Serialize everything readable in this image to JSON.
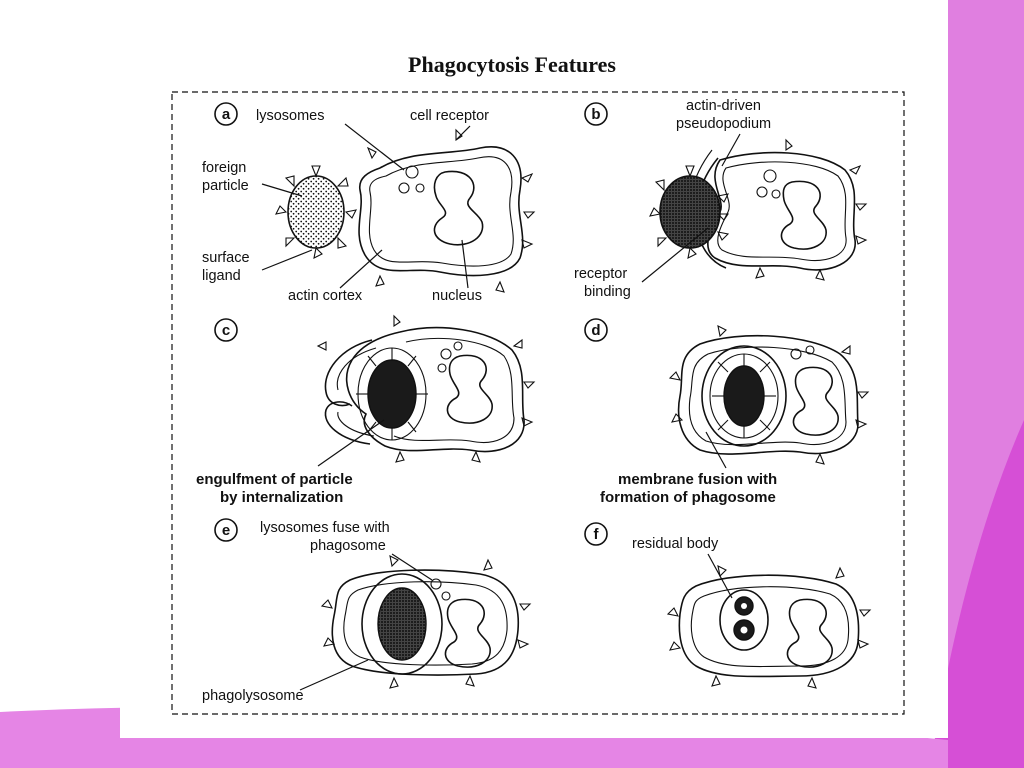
{
  "title": "Phagocytosis Features",
  "colors": {
    "accent_pink": "#e07fe0",
    "accent_magenta": "#d64fd6",
    "ink": "#111111"
  },
  "panels": {
    "a": {
      "letter": "a",
      "labels": {
        "lysosomes": "lysosomes",
        "cell_receptor": "cell receptor",
        "foreign_1": "foreign",
        "foreign_2": "particle",
        "surface_1": "surface",
        "surface_2": "ligand",
        "actin_cortex": "actin cortex",
        "nucleus": "nucleus"
      }
    },
    "b": {
      "letter": "b",
      "labels": {
        "actin_1": "actin-driven",
        "actin_2": "pseudopodium",
        "receptor_1": "receptor",
        "receptor_2": "binding"
      }
    },
    "c": {
      "letter": "c",
      "labels": {
        "line1": "engulfment of particle",
        "line2": "by internalization"
      }
    },
    "d": {
      "letter": "d",
      "labels": {
        "line1": "membrane fusion with",
        "line2": "formation of phagosome"
      }
    },
    "e": {
      "letter": "e",
      "labels": {
        "line1": "lysosomes fuse with",
        "line2": "phagosome",
        "phagolysosome": "phagolysosome"
      }
    },
    "f": {
      "letter": "f",
      "labels": {
        "residual_body": "residual body"
      }
    }
  }
}
